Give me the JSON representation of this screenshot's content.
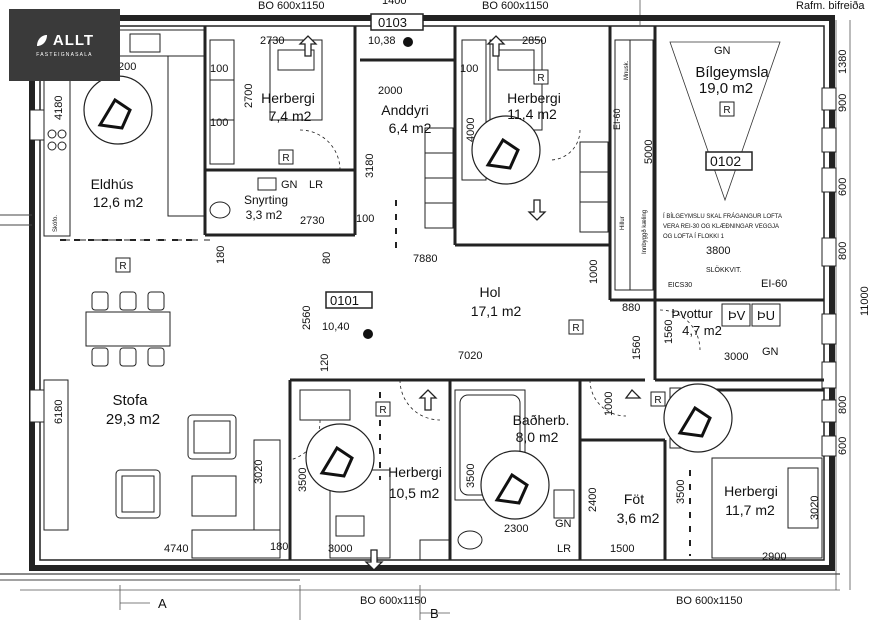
{
  "logo": {
    "name": "ALLT",
    "tagline": "FASTEIGNASALA"
  },
  "rooms": {
    "eldhus": {
      "name": "Eldhús",
      "area": "12,6 m2"
    },
    "herb1": {
      "name": "Herbergi",
      "area": "7,4 m2"
    },
    "anddyri": {
      "name": "Anddyri",
      "area": "6,4 m2"
    },
    "herb2": {
      "name": "Herbergi",
      "area": "11,4 m2"
    },
    "bilg": {
      "name": "Bílgeymsla",
      "area": "19,0 m2"
    },
    "snyrting": {
      "name": "Snyrting",
      "area": "3,3 m2"
    },
    "hol": {
      "name": "Hol",
      "area": "17,1 m2"
    },
    "thvottur": {
      "name": "Þvottur",
      "area": "4,7 m2"
    },
    "stofa": {
      "name": "Stofa",
      "area": "29,3 m2"
    },
    "herb3": {
      "name": "Herbergi",
      "area": "10,5 m2"
    },
    "badherb": {
      "name": "Baðherb.",
      "area": "8,0 m2"
    },
    "fot": {
      "name": "Föt",
      "area": "3,6 m2"
    },
    "herb4": {
      "name": "Herbergi",
      "area": "11,7 m2"
    }
  },
  "tags": {
    "t0103": {
      "id": "0103",
      "level": "10,38"
    },
    "t0101": {
      "id": "0101",
      "level": "10,40"
    },
    "t0102": {
      "id": "0102"
    }
  },
  "labels": {
    "bo": "BO 600x1150",
    "rafm": "Rafm. bifreiða",
    "gn": "GN",
    "lr": "LR",
    "r": "R",
    "ei60": "EI-60",
    "ei60_2": "EI-60",
    "slokk": "SLÖKKVIT.",
    "eics": "EICS30",
    "pv": "ÞV",
    "pu": "ÞU",
    "gn2": "GN",
    "gn3": "GN",
    "gn4": "GN",
    "lr2": "LR",
    "note1": "Í BÍLGEYMSLU SKAL FRÁGANGUR LOFTA",
    "note2": "VERA REI-30 OG KLÆÐNINGAR VEGGJA",
    "note3": "OG LOFTA Í FLOKKI 1",
    "section_a": "A",
    "section_b": "B",
    "skofo": "Skófo.",
    "hillur": "Hillur",
    "fleiri": "Innbyggð kæling",
    "mnusk": "Mnusk."
  },
  "dims": {
    "d2730": "2730",
    "d2850": "2850",
    "d2700": "2700",
    "d2000": "2000",
    "d4000": "4000",
    "d5000": "5000",
    "d3180": "3180",
    "d2730b": "2730",
    "d100": "100",
    "d7880": "7880",
    "d1000": "1000",
    "d3800": "3800",
    "d880": "880",
    "d2560": "2560",
    "d1560": "1560",
    "d7020": "7020",
    "d3000": "3000",
    "d4180": "4180",
    "d6180": "6180",
    "d3020": "3020",
    "d3500": "3500",
    "d3500b": "3500",
    "d3500c": "3500",
    "d2400": "2400",
    "d4740": "4740",
    "d180": "180",
    "d3000b": "3000",
    "d2300": "2300",
    "d1500": "1500",
    "d2900": "2900",
    "d3020b": "3020",
    "d11000": "11000",
    "d1380": "1380",
    "d900a": "900",
    "d600a": "600",
    "d800": "800",
    "d1400": "1400",
    "d200": "200",
    "d120": "120",
    "d80": "80",
    "d800b": "800",
    "d1560b": "1560",
    "d1000b": "1000",
    "d600b": "600"
  }
}
